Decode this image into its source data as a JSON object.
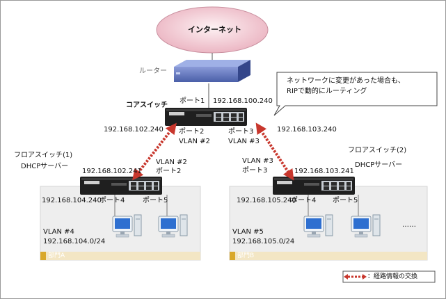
{
  "internet": {
    "label": "インターネット"
  },
  "router": {
    "label": "ルーター"
  },
  "core": {
    "title": "コアスイッチ",
    "port1": "ポート1",
    "ip_main": "192.168.100.240",
    "port2": "ポート2",
    "vlan2": "VLAN #2",
    "port3": "ポート3",
    "vlan3": "VLAN #3",
    "ip_left": "192.168.102.240",
    "ip_right": "192.168.103.240"
  },
  "callout": {
    "line1": "ネットワークに変更があった場合も、",
    "line2": "RIPで動的にルーティング"
  },
  "floor1": {
    "title": "フロアスイッチ(1)",
    "dhcp": "DHCPサーバー",
    "ip_up": "192.168.102.241",
    "vlan": "VLAN #2",
    "port_up": "ポート2",
    "ip_down": "192.168.104.240",
    "port4": "ポート4",
    "port5": "ポート5",
    "lan_vlan": "VLAN #4",
    "lan_net": "192.168.104.0/24",
    "dept": "部門A"
  },
  "floor2": {
    "title": "フロアスイッチ(2)",
    "dhcp": "DHCPサーバー",
    "ip_up": "192.168.103.241",
    "vlan": "VLAN #3",
    "port_up": "ポート3",
    "ip_down": "192.168.105.240",
    "port4": "ポート4",
    "port5": "ポート5",
    "lan_vlan": "VLAN #5",
    "lan_net": "192.168.105.0/24",
    "dept": "部門B"
  },
  "ellipsis": "……",
  "legend": {
    "label": "：経路情報の交換"
  },
  "colors": {
    "arrow": "#c8372d",
    "internet_fill": "#f0c3cc",
    "router": "#4a5fa8",
    "lan_bg": "#eeeeee",
    "dept_tag": "#d9a82b"
  }
}
